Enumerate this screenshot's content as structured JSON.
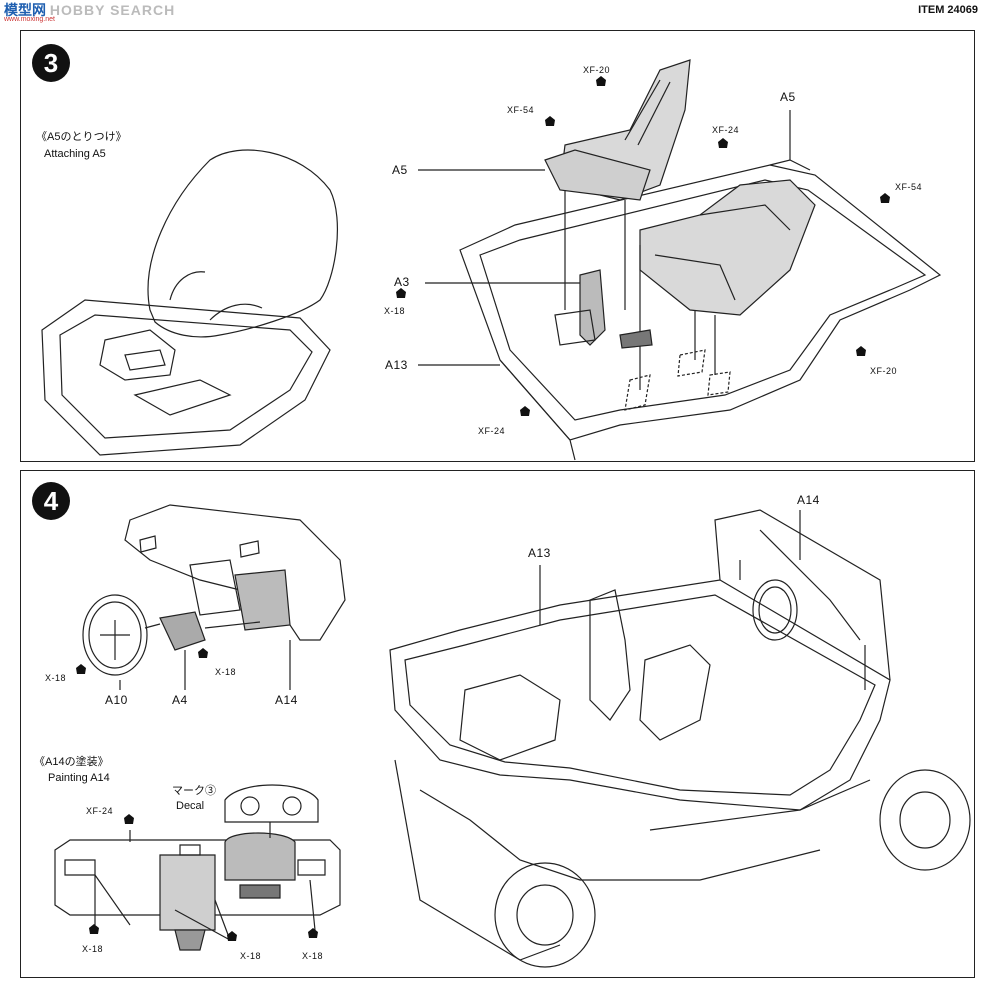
{
  "header": {
    "logo_cn": "模型网",
    "logo_en": "HOBBY SEARCH",
    "logo_sub": "www.moxing.net",
    "item_code": "ITEM 24069"
  },
  "step3": {
    "number": "3",
    "caption_jp": "《A5のとりつけ》",
    "caption_en": "Attaching A5",
    "labels": {
      "a5": "A5",
      "a5_top": "A5",
      "a3": "A3",
      "a13": "A13",
      "xf20_top": "XF-20",
      "xf54_left": "XF-54",
      "xf24_top": "XF-24",
      "xf54_right": "XF-54",
      "x18": "X-18",
      "xf20_right": "XF-20",
      "xf24_bottom": "XF-24"
    }
  },
  "step4": {
    "number": "4",
    "labels": {
      "x18_wheel": "X-18",
      "x18_a4": "X-18",
      "a10": "A10",
      "a4": "A4",
      "a14_left": "A14",
      "a13": "A13",
      "a14_top": "A14",
      "xf24": "XF-24",
      "x18_b1": "X-18",
      "x18_b2": "X-18",
      "x18_b3": "X-18"
    },
    "painting_jp": "《A14の塗装》",
    "painting_en": "Painting A14",
    "decal_jp": "マーク③",
    "decal_en": "Decal"
  }
}
